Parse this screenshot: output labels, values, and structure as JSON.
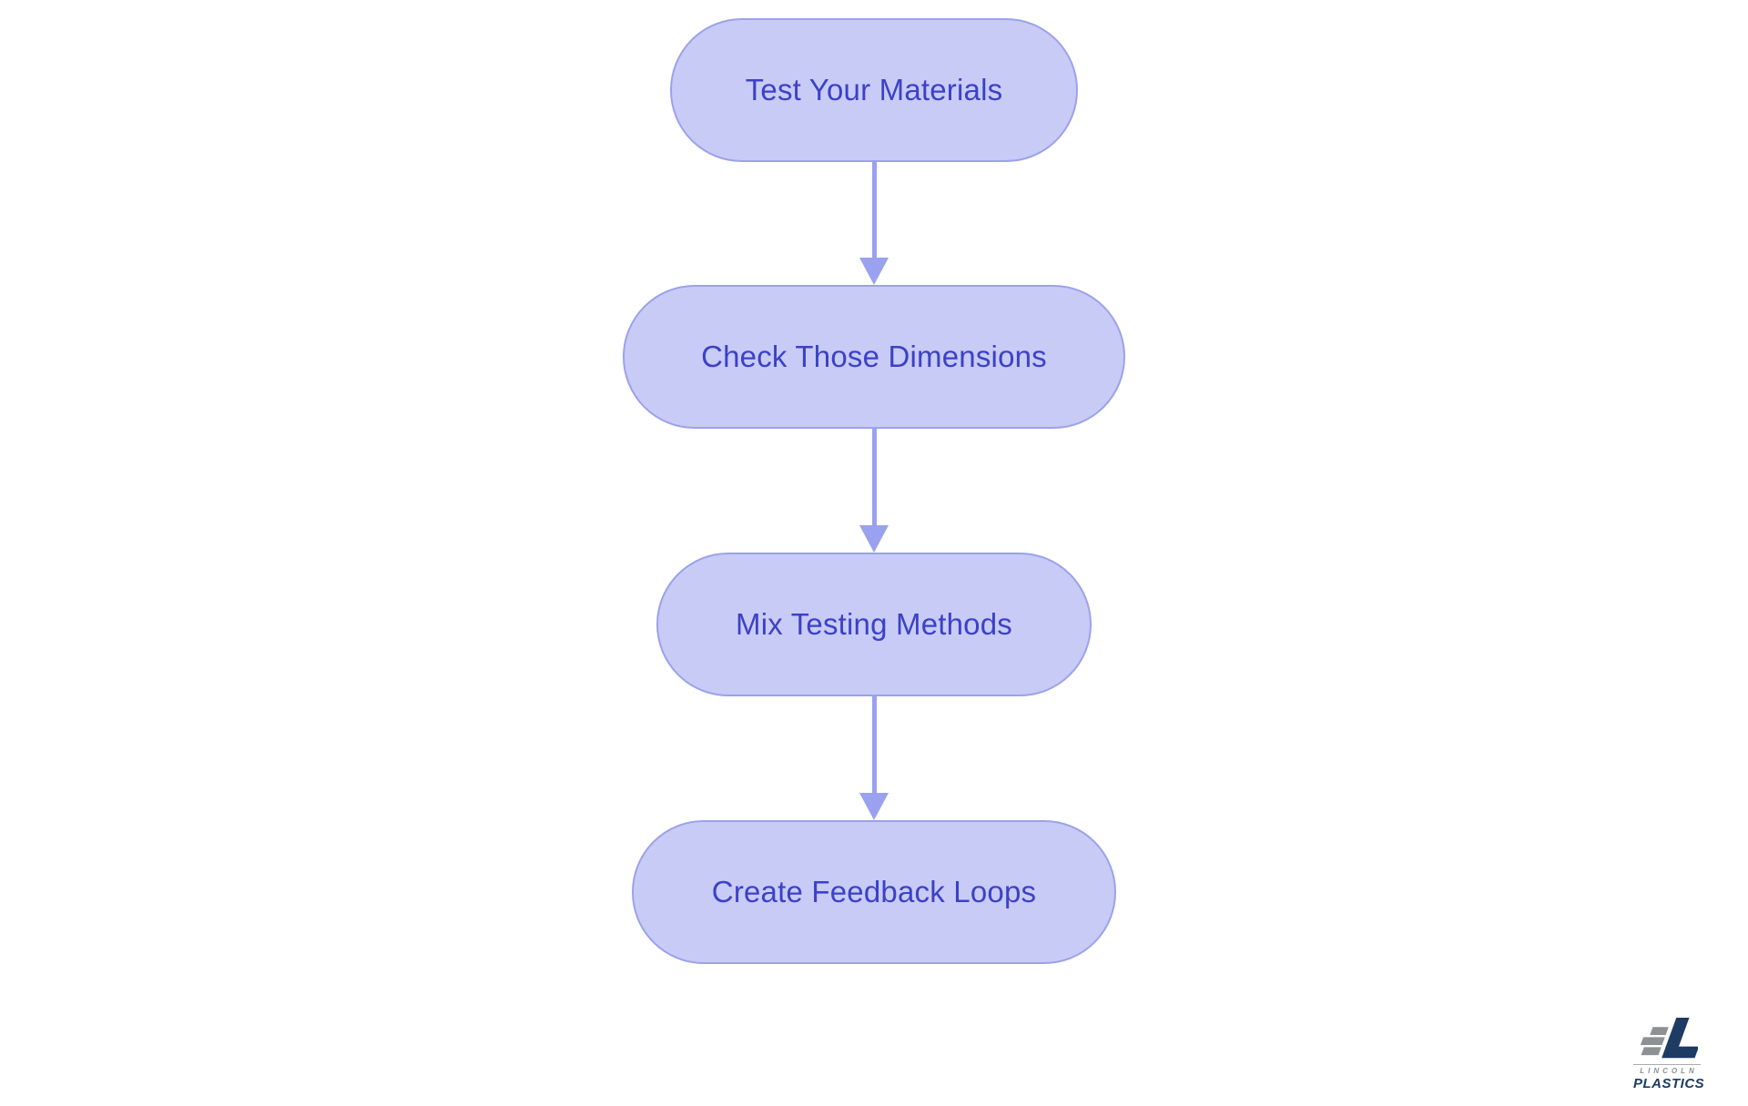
{
  "diagram": {
    "type": "flowchart",
    "direction": "top-down",
    "nodes": [
      {
        "label": "Test Your Materials"
      },
      {
        "label": "Check Those Dimensions"
      },
      {
        "label": "Mix Testing Methods"
      },
      {
        "label": "Create Feedback Loops"
      }
    ],
    "connectors": [
      {
        "from": 0,
        "to": 1,
        "style": "arrow-down"
      },
      {
        "from": 1,
        "to": 2,
        "style": "arrow-down"
      },
      {
        "from": 2,
        "to": 3,
        "style": "arrow-down"
      }
    ],
    "colors": {
      "node_fill": "#c8cbf6",
      "node_border": "#9ba2ea",
      "node_text": "#3c41c8",
      "arrow": "#9aa1ee",
      "background": "#ffffff"
    }
  },
  "logo": {
    "brand_top": "LINCOLN",
    "brand_bottom": "PLASTICS",
    "icon": "lincoln-plastics-l-mark-icon",
    "colors": {
      "navy": "#1d3b63",
      "gray": "#8e9194"
    }
  }
}
